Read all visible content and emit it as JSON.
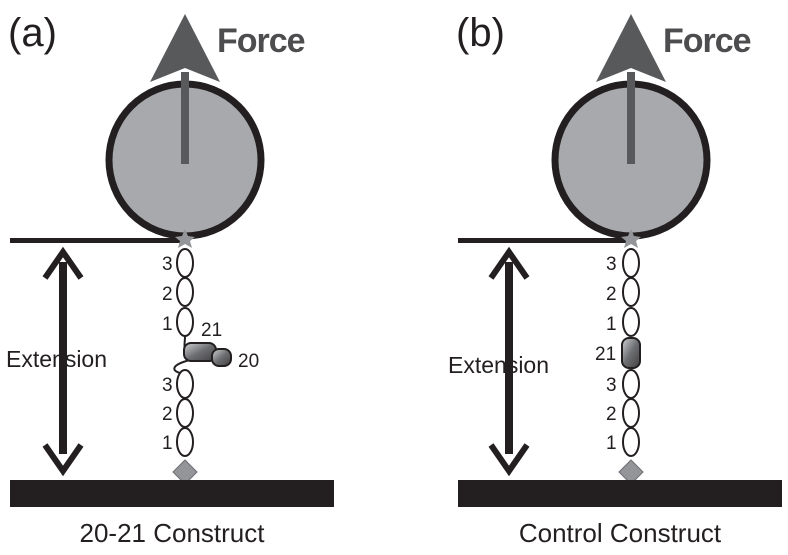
{
  "panels": [
    {
      "letter": "(a)",
      "force_label": "Force",
      "extension_label": "Extension",
      "caption": "20-21 Construct",
      "domains_top": [
        "3",
        "2",
        "1"
      ],
      "insert_labels": [
        "21",
        "20"
      ],
      "domains_bottom": [
        "3",
        "2",
        "1"
      ]
    },
    {
      "letter": "(b)",
      "force_label": "Force",
      "extension_label": "Extension",
      "caption": "Control Construct",
      "domains_top": [
        "3",
        "2",
        "1"
      ],
      "insert_labels": [
        "21"
      ],
      "domains_bottom": [
        "3",
        "2",
        "1"
      ]
    }
  ],
  "colors": {
    "bead": "#a7a9ac",
    "arrow": "#58595b",
    "outline": "#231f20",
    "insert_domain": "#6d6e71",
    "anchor": "#939598"
  }
}
